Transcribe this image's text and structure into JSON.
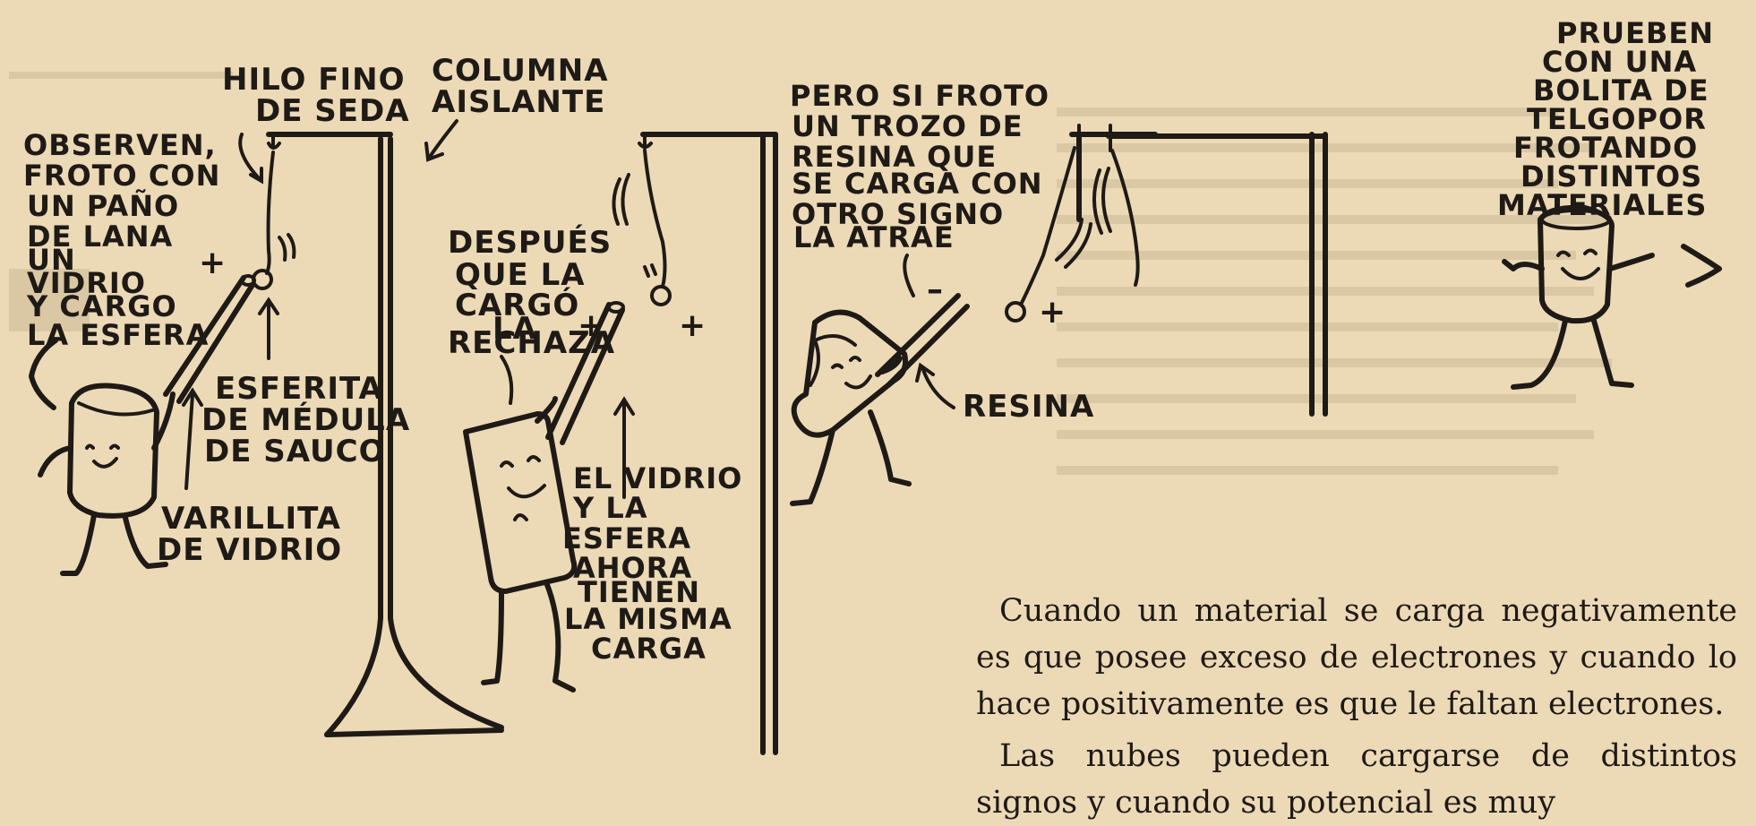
{
  "labels": {
    "hilo": [
      "HILO FINO",
      "DE SEDA"
    ],
    "columna": [
      "COLUMNA",
      "AISLANTE"
    ],
    "observen": [
      "OBSERVEN,",
      "FROTO CON",
      "UN PAÑO",
      "DE LANA",
      "UN",
      "VIDRIO",
      "Y CARGO",
      "LA ESFERA"
    ],
    "esferita": [
      "ESFERITA",
      "DE MÉDULA",
      "DE SAUCO"
    ],
    "varillita": [
      "VARILLITA",
      "DE VIDRIO"
    ],
    "despues": [
      "DESPUÉS",
      "QUE LA",
      "CARGÓ",
      "LA",
      "RECHAZA"
    ],
    "elvidrio": [
      "EL VIDRIO",
      "Y LA",
      "ESFERA",
      "AHORA",
      "TIENEN",
      "LA MISMA",
      "CARGA"
    ],
    "pero": [
      "PERO SI FROTO",
      "UN TROZO DE",
      "RESINA QUE",
      "SE CARGA CON",
      "OTRO SIGNO",
      "LA ATRAE"
    ],
    "resina": "RESINA",
    "prueben": [
      "PRUEBEN",
      "CON UNA",
      "BOLITA DE",
      "TELGOPOR",
      "FROTANDO",
      "DISTINTOS",
      "MATERIALES"
    ],
    "plus": "+",
    "minus": "–"
  },
  "paragraphs": [
    "Cuando un material se carga negativamente es que posee exceso de electrones y cuando lo hace positivamente es que le faltan electrones.",
    "Las nubes pueden cargarse de distintos signos y cuando su potencial es muy"
  ],
  "colors": {
    "paper": "#ecd9b6",
    "ink": "#1e1a16"
  }
}
